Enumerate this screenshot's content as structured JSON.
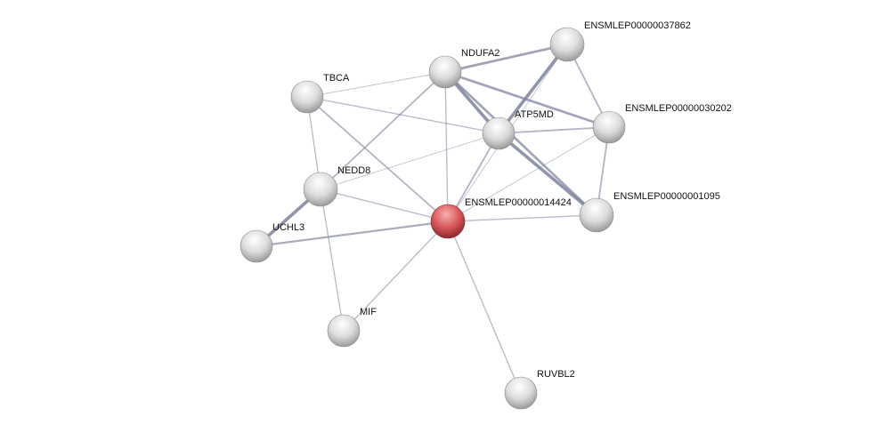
{
  "network": {
    "query_color": "#d9585a",
    "node_color": "#e0e0e0",
    "edge_color": "#7a7f9a",
    "nodes": [
      {
        "id": "NDUFA2",
        "label": "NDUFA2",
        "query": false
      },
      {
        "id": "E37862",
        "label": "ENSMLEP00000037862",
        "query": false
      },
      {
        "id": "TBCA",
        "label": "TBCA",
        "query": false
      },
      {
        "id": "ATP5MD",
        "label": "ATP5MD",
        "query": false
      },
      {
        "id": "E30202",
        "label": "ENSMLEP00000030202",
        "query": false
      },
      {
        "id": "NEDD8",
        "label": "NEDD8",
        "query": false
      },
      {
        "id": "E14424",
        "label": "ENSMLEP00000014424",
        "query": true
      },
      {
        "id": "E01095",
        "label": "ENSMLEP00000001095",
        "query": false
      },
      {
        "id": "UCHL3",
        "label": "UCHL3",
        "query": false
      },
      {
        "id": "MIF",
        "label": "MIF",
        "query": false
      },
      {
        "id": "RUVBL2",
        "label": "RUVBL2",
        "query": false
      }
    ],
    "edges": [
      {
        "source": "NDUFA2",
        "target": "E37862",
        "weight": 3
      },
      {
        "source": "NDUFA2",
        "target": "TBCA",
        "weight": 1
      },
      {
        "source": "NDUFA2",
        "target": "NEDD8",
        "weight": 2
      },
      {
        "source": "NDUFA2",
        "target": "E14424",
        "weight": 1.5
      },
      {
        "source": "NDUFA2",
        "target": "ATP5MD",
        "weight": 4
      },
      {
        "source": "NDUFA2",
        "target": "E30202",
        "weight": 3
      },
      {
        "source": "NDUFA2",
        "target": "E01095",
        "weight": 3
      },
      {
        "source": "E37862",
        "target": "ATP5MD",
        "weight": 4
      },
      {
        "source": "E37862",
        "target": "E14424",
        "weight": 1
      },
      {
        "source": "E37862",
        "target": "E30202",
        "weight": 2
      },
      {
        "source": "TBCA",
        "target": "ATP5MD",
        "weight": 1.5
      },
      {
        "source": "TBCA",
        "target": "E14424",
        "weight": 2
      },
      {
        "source": "TBCA",
        "target": "NEDD8",
        "weight": 1.5
      },
      {
        "source": "ATP5MD",
        "target": "E30202",
        "weight": 2
      },
      {
        "source": "ATP5MD",
        "target": "NEDD8",
        "weight": 1
      },
      {
        "source": "ATP5MD",
        "target": "E14424",
        "weight": 2
      },
      {
        "source": "ATP5MD",
        "target": "E01095",
        "weight": 4
      },
      {
        "source": "E30202",
        "target": "E14424",
        "weight": 1
      },
      {
        "source": "E30202",
        "target": "E01095",
        "weight": 2
      },
      {
        "source": "NEDD8",
        "target": "UCHL3",
        "weight": 4
      },
      {
        "source": "NEDD8",
        "target": "E14424",
        "weight": 1.5
      },
      {
        "source": "NEDD8",
        "target": "MIF",
        "weight": 1.5
      },
      {
        "source": "E14424",
        "target": "E01095",
        "weight": 1.5
      },
      {
        "source": "E14424",
        "target": "UCHL3",
        "weight": 2.5
      },
      {
        "source": "E14424",
        "target": "MIF",
        "weight": 1.5
      },
      {
        "source": "E14424",
        "target": "RUVBL2",
        "weight": 1.5
      }
    ]
  }
}
